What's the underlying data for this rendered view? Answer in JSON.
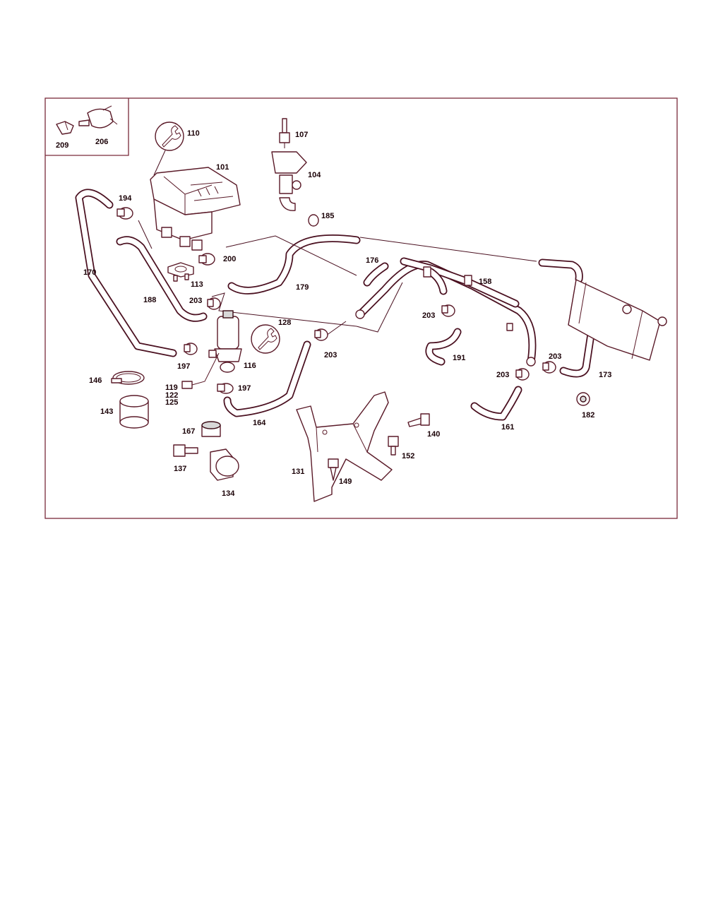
{
  "diagram": {
    "inset_labels": {
      "clip": "209",
      "clamp": "206"
    },
    "labels": {
      "p110": "110",
      "p107": "107",
      "p101": "101",
      "p104": "104",
      "p194": "194",
      "p185": "185",
      "p200": "200",
      "p176": "176",
      "p170": "170",
      "p113": "113",
      "p179": "179",
      "p158": "158",
      "p188": "188",
      "p203a": "203",
      "p128": "128",
      "p203b": "203",
      "p203c": "203",
      "p197a": "197",
      "p116": "116",
      "p191": "191",
      "p203d": "203",
      "p173": "173",
      "p203e": "203",
      "p146": "146",
      "p119": "119",
      "p122": "122",
      "p125": "125",
      "p197b": "197",
      "p143": "143",
      "p164": "164",
      "p182": "182",
      "p140": "140",
      "p161": "161",
      "p167": "167",
      "p152": "152",
      "p137": "137",
      "p131": "131",
      "p149": "149",
      "p134": "134"
    },
    "icons": [
      "wrench-icon",
      "wrench-icon"
    ]
  }
}
